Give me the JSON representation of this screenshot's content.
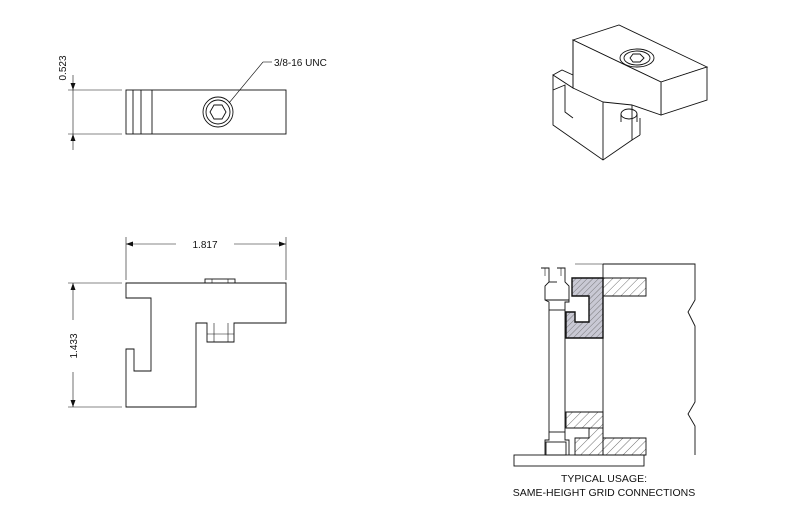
{
  "top_view": {
    "height_dim": "0.523",
    "thread_callout": "3/8-16 UNC"
  },
  "front_view": {
    "width_dim": "1.817",
    "height_dim": "1.433"
  },
  "usage_detail": {
    "caption_line1": "TYPICAL USAGE:",
    "caption_line2": "SAME-HEIGHT GRID CONNECTIONS"
  }
}
